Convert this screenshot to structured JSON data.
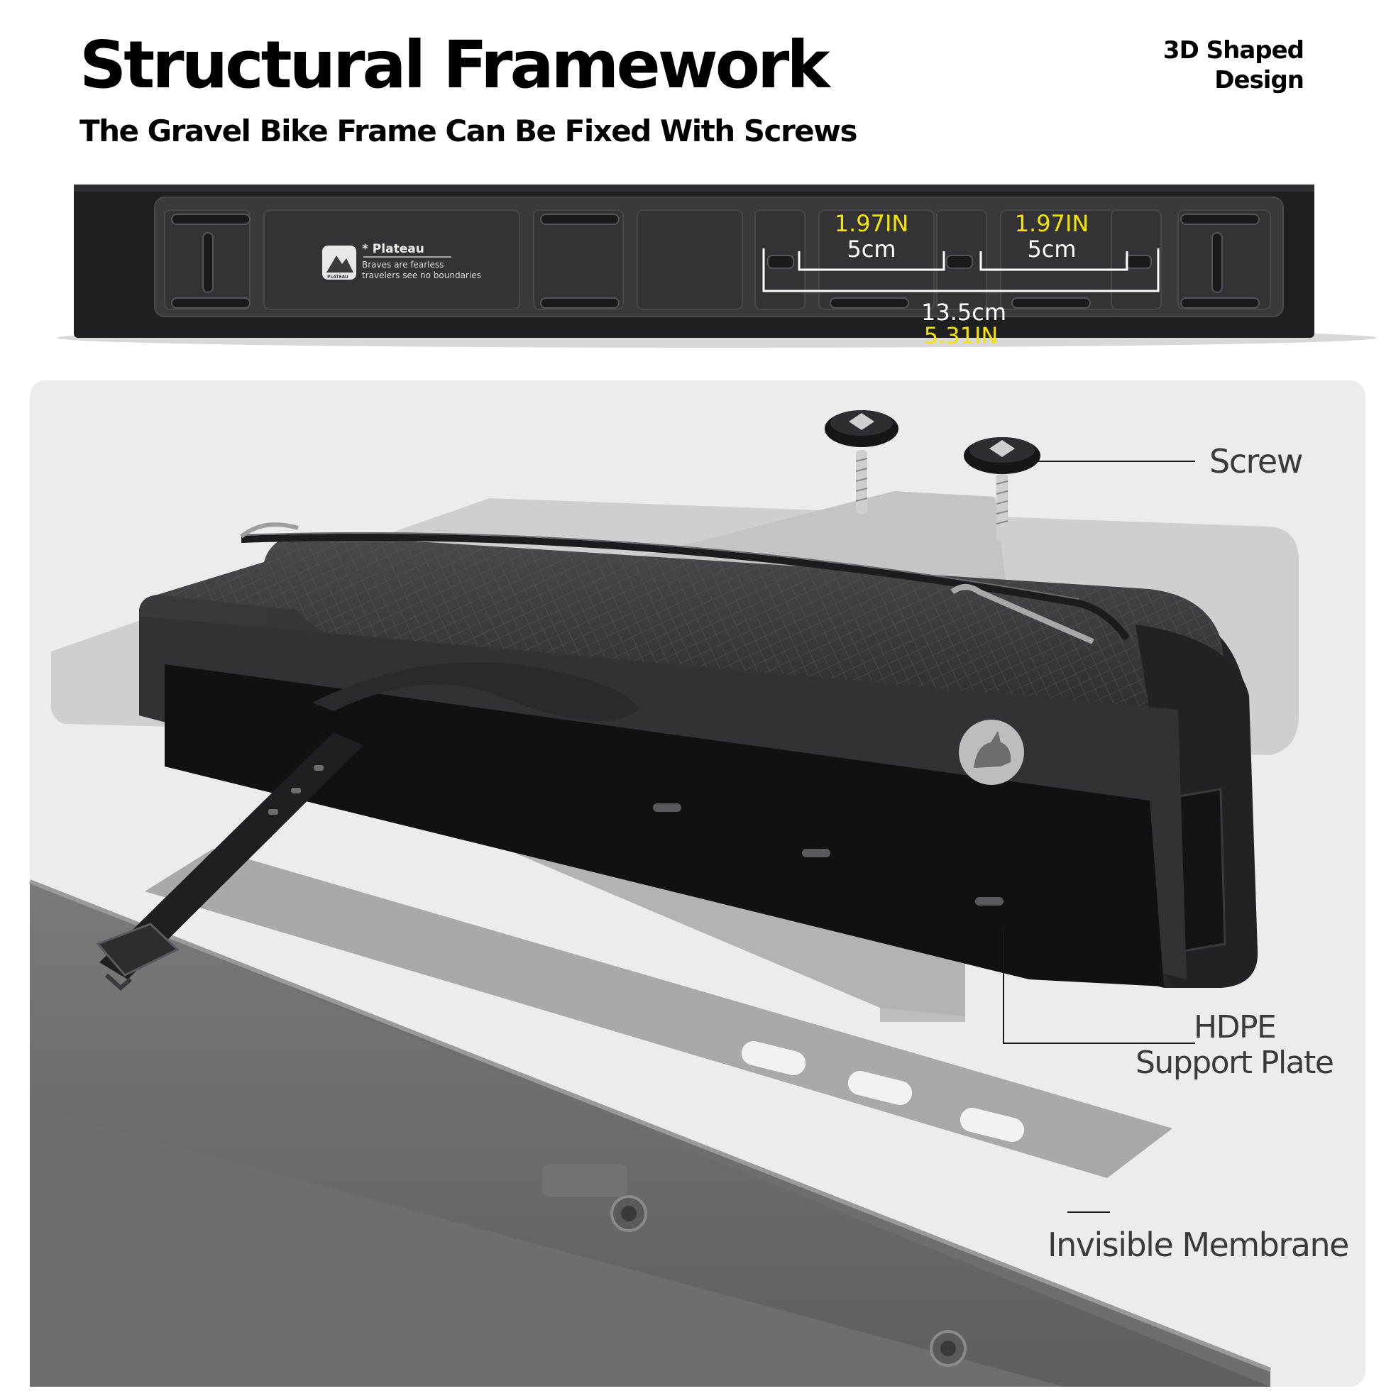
{
  "header": {
    "title": "Structural Framework",
    "subtitle": "The Gravel Bike Frame Can Be Fixed With Screws",
    "badge_line1": "3D Shaped",
    "badge_line2": "Design"
  },
  "brand": {
    "name": "* Plateau",
    "tagline_line1": "Braves are fearless",
    "tagline_line2": "travelers see no boundaries",
    "logo_text": "PLATEAU"
  },
  "dimensions": {
    "spacing1_in": "1.97IN",
    "spacing1_cm": "5cm",
    "spacing2_in": "1.97IN",
    "spacing2_cm": "5cm",
    "total_cm": "13.5cm",
    "total_in": "5.31IN",
    "highlight_color": "#f5e400"
  },
  "callouts": {
    "screw": "Screw",
    "plate_line1": "HDPE",
    "plate_line2": "Support Plate",
    "membrane": "Invisible Membrane"
  },
  "colors": {
    "bag": "#2b2b2d",
    "panel": "#ececec"
  }
}
